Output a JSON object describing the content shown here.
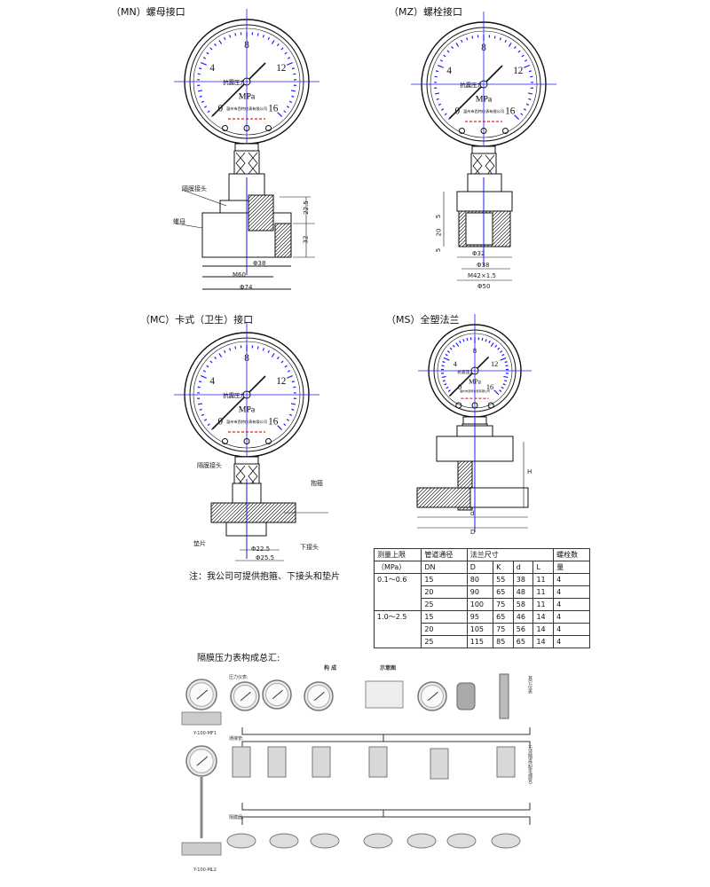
{
  "titles": {
    "mn": "（MN）螺母接口",
    "mz": "（MZ）螺栓接口",
    "mc": "（MC）卡式（卫生）接口",
    "ms": "（MS）全塑法兰"
  },
  "gauge_face": {
    "ticks": [
      "0",
      "4",
      "8",
      "12",
      "16"
    ],
    "unit": "MPa",
    "label": "抗震压力",
    "maker": "温州市西特仪表有限公司"
  },
  "mn_dims": {
    "part1": "隔膜接头",
    "part2": "螺母",
    "h1": "22.5",
    "h2": "32",
    "d1": "Φ38",
    "d2": "M60",
    "d3": "Φ74"
  },
  "mz_dims": {
    "h1": "5",
    "h2": "20",
    "h3": "5",
    "d1": "Φ32",
    "d2": "Φ38",
    "d3": "M42×1.5",
    "d4": "Φ50"
  },
  "mc_dims": {
    "part1": "隔膜接头",
    "part2": "抱箍",
    "part3": "垫片",
    "part4": "下接头",
    "d1": "Φ22.5",
    "d2": "Φ25.5"
  },
  "ms_dims": {
    "h": "H",
    "d": "d",
    "D": "D"
  },
  "note": "注：我公司可提供抱箍、下接头和垫片",
  "table": {
    "headers": [
      "测量上限",
      "管道通径",
      "法兰尺寸",
      "螺栓数"
    ],
    "subheaders": [
      "（MPa）",
      "DN",
      "D",
      "K",
      "d",
      "L",
      "量"
    ],
    "rows": [
      {
        "range": "0.1～0.6",
        "dn": "15",
        "D": "80",
        "K": "55",
        "d": "38",
        "L": "11",
        "n": "4"
      },
      {
        "range": "",
        "dn": "20",
        "D": "90",
        "K": "65",
        "d": "48",
        "L": "11",
        "n": "4"
      },
      {
        "range": "",
        "dn": "25",
        "D": "100",
        "K": "75",
        "d": "58",
        "L": "11",
        "n": "4"
      },
      {
        "range": "1.0～2.5",
        "dn": "15",
        "D": "95",
        "K": "65",
        "d": "46",
        "L": "14",
        "n": "4"
      },
      {
        "range": "",
        "dn": "20",
        "D": "105",
        "K": "75",
        "d": "56",
        "L": "14",
        "n": "4"
      },
      {
        "range": "",
        "dn": "25",
        "D": "115",
        "K": "85",
        "d": "65",
        "L": "14",
        "n": "4"
      }
    ]
  },
  "summary": {
    "title": "隔膜压力表构成总汇:",
    "col1": "构 成",
    "col2": "示意图",
    "row1": "压力仪表:",
    "row2": "通接管:",
    "row3": "隔膜器:",
    "other": "其它仪表",
    "remote": "无液隔离(配毛细管)",
    "left1": "Y-100-MF1",
    "left2": "Y-100-ML2"
  },
  "colors": {
    "center_line": "#1a1aff",
    "cut_line": "#e02020",
    "ink": "#111111"
  }
}
